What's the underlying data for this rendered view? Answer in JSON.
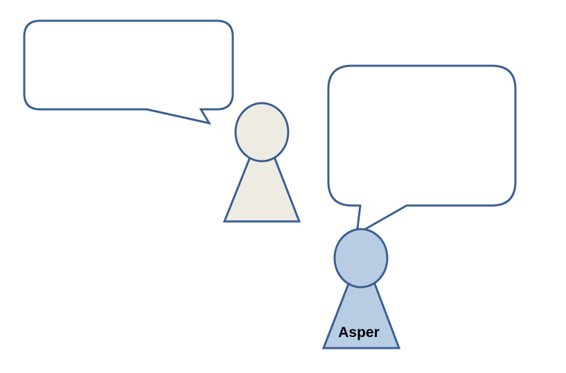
{
  "colors": {
    "outline": "#3a5f91",
    "background": "#ffffff",
    "bubble_fill": "#ffffff",
    "person_left_fill": "#eeece2",
    "person_right_fill": "#b8cce4",
    "label_text": "#000000"
  },
  "speech_bubbles": [
    {
      "id": "speech-bubble-left",
      "text": ""
    },
    {
      "id": "speech-bubble-right",
      "text": ""
    }
  ],
  "people": [
    {
      "id": "person-left",
      "label": ""
    },
    {
      "id": "person-right",
      "label": "Asper"
    }
  ]
}
